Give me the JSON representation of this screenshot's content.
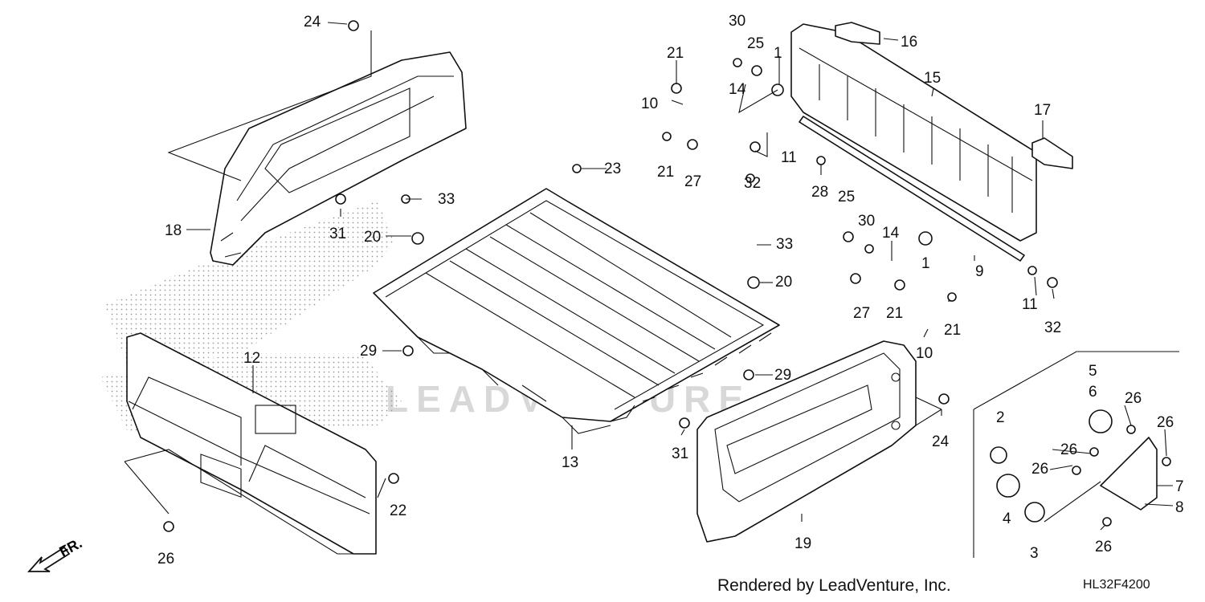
{
  "diagram": {
    "credit": "Rendered by LeadVenture, Inc.",
    "drawing_code": "HL32F4200",
    "front_arrow_label": "FR.",
    "watermark": "LEADVENTURE",
    "callouts": [
      "1",
      "1",
      "2",
      "3",
      "4",
      "5",
      "6",
      "7",
      "8",
      "9",
      "10",
      "10",
      "11",
      "11",
      "12",
      "13",
      "14",
      "14",
      "15",
      "16",
      "17",
      "18",
      "19",
      "20",
      "20",
      "21",
      "21",
      "21",
      "21",
      "22",
      "23",
      "24",
      "24",
      "25",
      "25",
      "26",
      "26",
      "26",
      "26",
      "26",
      "27",
      "27",
      "28",
      "29",
      "29",
      "30",
      "30",
      "31",
      "31",
      "32",
      "32",
      "33",
      "33"
    ]
  }
}
